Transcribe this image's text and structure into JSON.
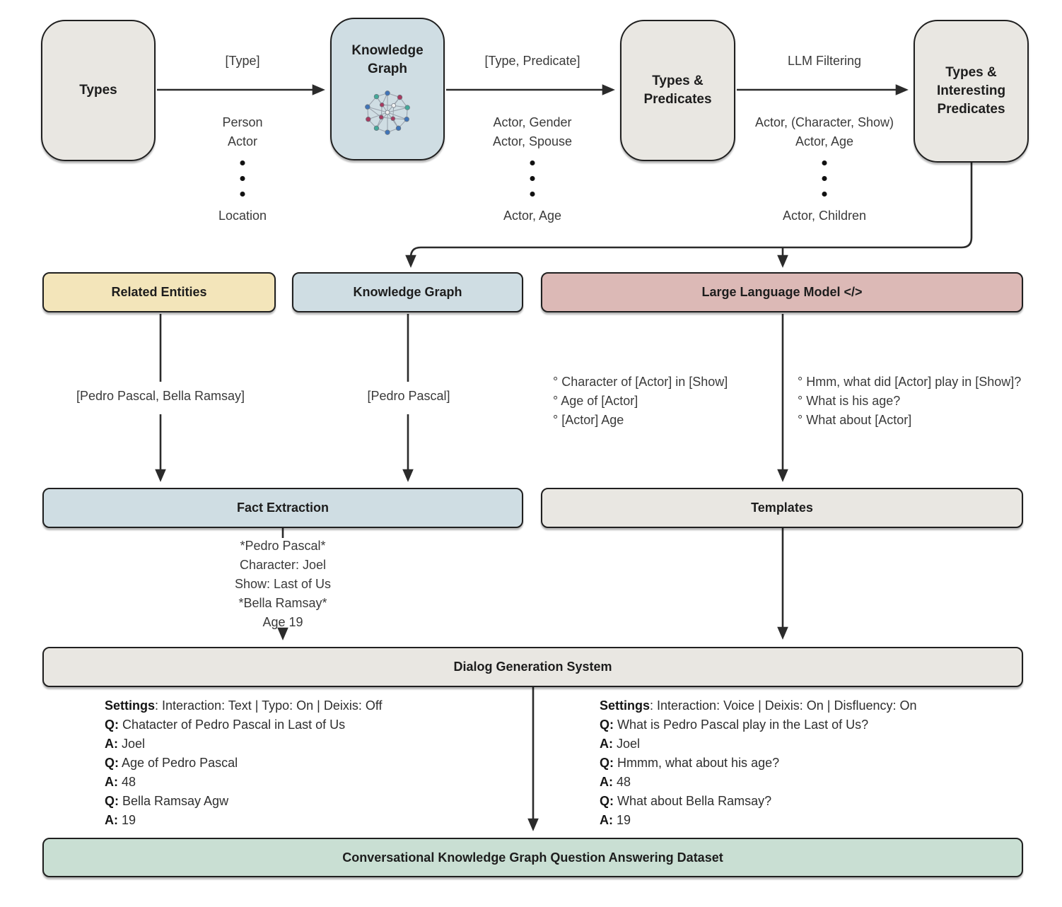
{
  "diagram": {
    "top_boxes": [
      {
        "title": "Types"
      },
      {
        "title": "Knowledge Graph"
      },
      {
        "title": "Types & Predicates"
      },
      {
        "title": "Types & Interesting Predicates"
      }
    ],
    "top_edges": [
      {
        "label": "[Type]",
        "items": [
          "Person",
          "Actor"
        ],
        "bottom_item": "Location"
      },
      {
        "label": "[Type, Predicate]",
        "items": [
          "Actor, Gender",
          "Actor, Spouse"
        ],
        "bottom_item": "Actor, Age"
      },
      {
        "label": "LLM Filtering",
        "items": [
          "Actor, (Character, Show)",
          "Actor, Age"
        ],
        "bottom_item": "Actor, Children"
      }
    ],
    "mid_bars": {
      "related_entities": "Related Entities",
      "knowledge_graph": "Knowledge Graph",
      "llm": "Large Language Model </>"
    },
    "flow_labels": {
      "related_to_fact": "[Pedro Pascal, Bella Ramsay]",
      "kg_to_fact": "[Pedro Pascal]"
    },
    "template_examples": {
      "left": [
        "° Character of [Actor] in [Show]",
        "° Age of [Actor]",
        "° [Actor] Age"
      ],
      "right": [
        "° Hmm, what did [Actor] play in [Show]?",
        "° What is his age?",
        "° What about [Actor]"
      ]
    },
    "fact_extraction": {
      "title": "Fact Extraction",
      "facts": [
        "*Pedro Pascal*",
        "Character: Joel",
        "Show: Last of Us",
        "*Bella Ramsay*",
        "Age 19"
      ]
    },
    "templates": {
      "title": "Templates"
    },
    "dialog_system": {
      "title": "Dialog Generation System"
    },
    "dialog_left": {
      "lines": [
        {
          "b": "Settings",
          "t": ": Interaction: Text | Typo: On | Deixis: Off"
        },
        {
          "b": "Q:",
          "t": " Chatacter of Pedro Pascal in Last of Us"
        },
        {
          "b": "A:",
          "t": " Joel"
        },
        {
          "b": "Q:",
          "t": " Age of Pedro Pascal"
        },
        {
          "b": "A:",
          "t": " 48"
        },
        {
          "b": "Q:",
          "t": " Bella Ramsay Agw"
        },
        {
          "b": "A:",
          "t": " 19"
        }
      ]
    },
    "dialog_right": {
      "lines": [
        {
          "b": "Settings",
          "t": ": Interaction: Voice | Deixis: On | Disfluency: On"
        },
        {
          "b": "Q:",
          "t": " What is Pedro Pascal play in the Last of Us?"
        },
        {
          "b": "A:",
          "t": " Joel"
        },
        {
          "b": "Q:",
          "t": " Hmmm, what about his age?"
        },
        {
          "b": "A:",
          "t": " 48"
        },
        {
          "b": "Q:",
          "t": " What about Bella Ramsay?"
        },
        {
          "b": "A:",
          "t": " 19"
        }
      ]
    },
    "dataset": {
      "title": "Conversational Knowledge Graph Question Answering Dataset"
    },
    "colors": {
      "box_gray": "#e9e7e2",
      "box_blue": "#cfdde3",
      "bar_yellow": "#f3e5ba",
      "bar_pink": "#dcb9b6",
      "bar_green": "#c9dfd3",
      "line": "#2b2b2b",
      "node_blue": "#3f74b8",
      "node_red": "#a83a5f",
      "node_teal": "#44a898"
    }
  }
}
